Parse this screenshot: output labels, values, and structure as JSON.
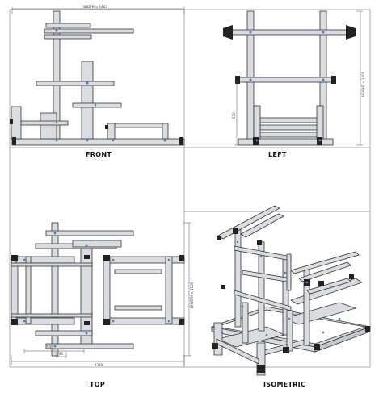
{
  "views": {
    "front": "FRONT",
    "left": "LEFT",
    "top": "TOP",
    "isometric": "ISOMETRIC"
  },
  "dimensions": {
    "width": "WIDTH = 1405",
    "height": "HEIGHT = 1100",
    "length": "LENGTH = 1100",
    "seat_height": "530",
    "dim_1320": "1320",
    "dim_535": "535",
    "dim_95": "95"
  },
  "colors": {
    "profile_fill": "#d9dde2",
    "profile_stroke": "#333333",
    "bracket": "#222222",
    "fastener": "#4a7fb5",
    "frame_line": "#8a8a8a"
  }
}
